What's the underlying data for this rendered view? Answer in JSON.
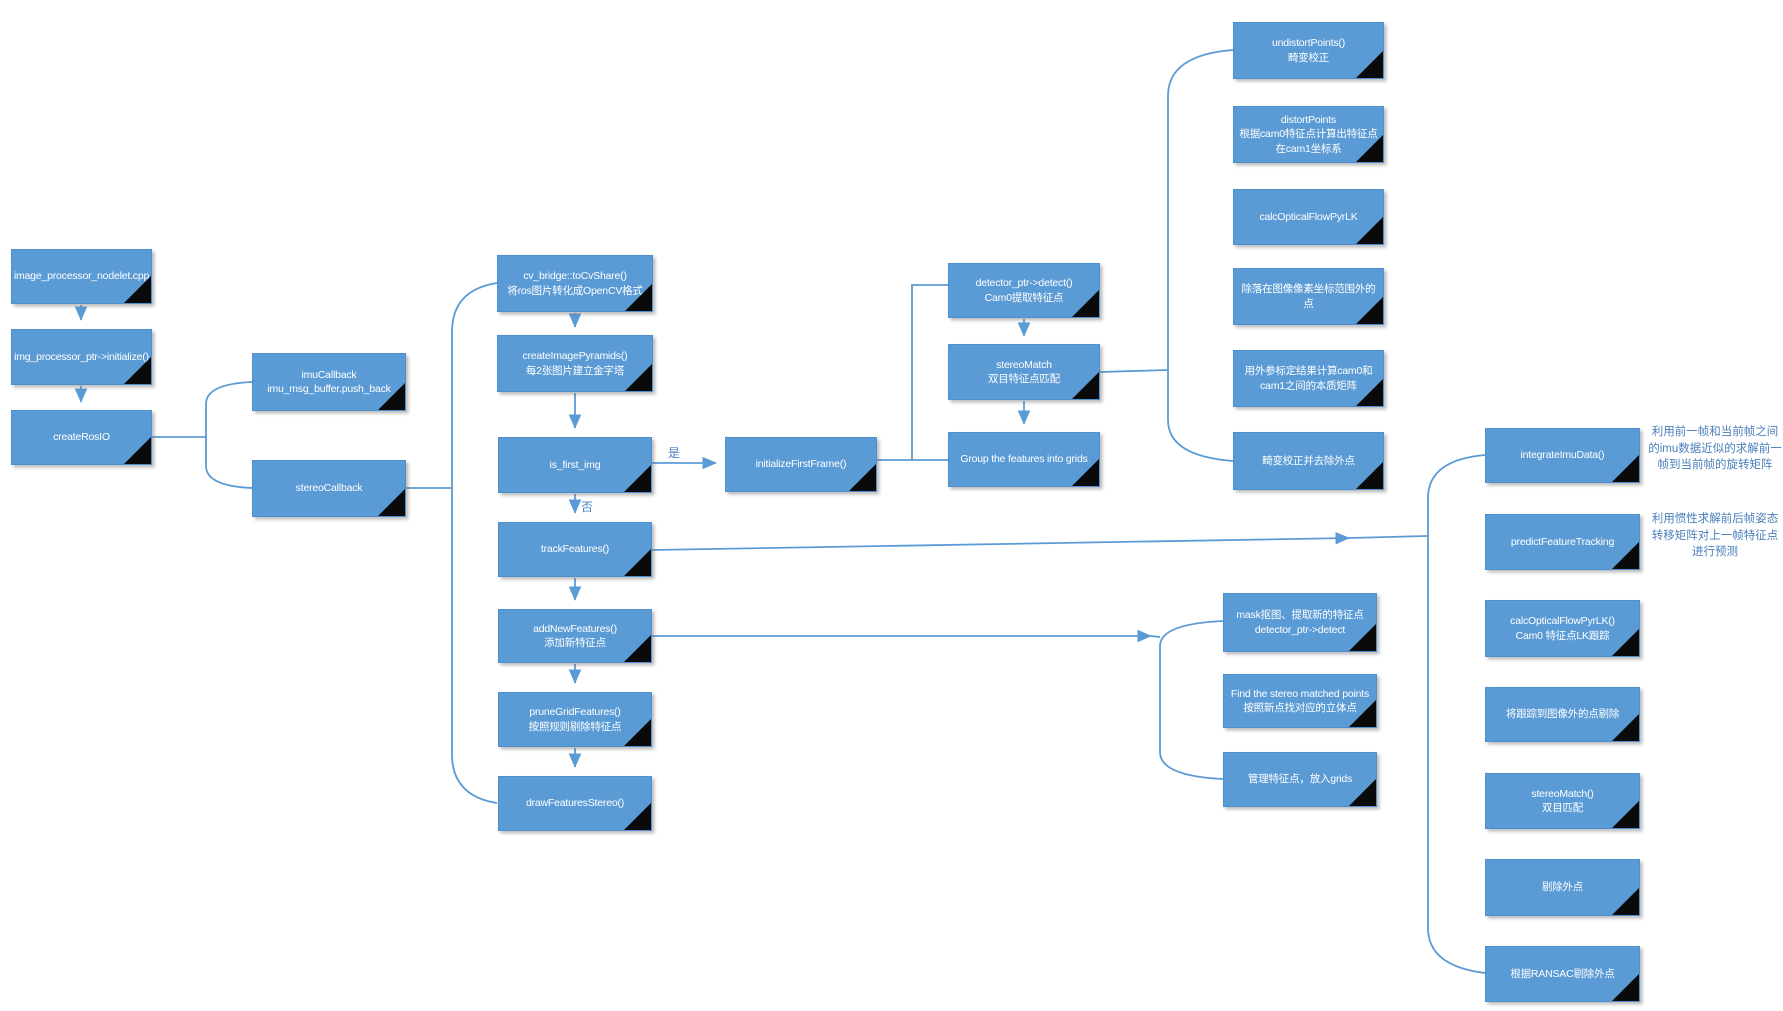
{
  "nodes": {
    "image_processor_nodelet": "image_processor_nodelet.cpp",
    "img_processor_initialize": "img_processor_ptr->initialize()",
    "create_ros_io": "createRosIO",
    "imu_callback": "imuCallback\nimu_msg_buffer.push_back",
    "stereo_callback": "stereoCallback",
    "cv_bridge": "cv_bridge::toCvShare()\n将ros图片转化成OpenCV格式",
    "create_image_pyramids": "createImagePyramids()\n每2张图片建立金字塔",
    "is_first_img": "is_first_img",
    "track_features": "trackFeatures()",
    "add_new_features": "addNewFeatures()\n添加新特征点",
    "prune_grid_features": "pruneGridFeatures()\n按照规则剔除特征点",
    "draw_features_stereo": "drawFeaturesStereo()",
    "initialize_first_frame": "initializeFirstFrame()",
    "detector_detect": "detector_ptr->detect()\nCam0提取特征点",
    "stereo_match": "stereoMatch\n双目特征点匹配",
    "group_features": "Group the features into grids",
    "undistort_points": "undistortPoints()\n畸变校正",
    "distort_points": "distortPoints\n根据cam0特征点计算出特征点\n在cam1坐标系",
    "calc_optical_flow": "calcOpticalFlowPyrLK",
    "remove_points_outside_image": "除落在图像像素坐标范围外的\n点",
    "essential_matrix": "用外参标定结果计算cam0和\ncam1之间的本质矩阵",
    "undistort_and_remove_outliers": "畸变校正并去除外点",
    "mask_detect_new_features": "mask抠图、提取新的特征点\ndetector_ptr->detect",
    "find_stereo_matched_points": "Find the stereo matched points\n按照新点找对应的立体点",
    "manage_features_into_grids": "管理特征点，放入grids",
    "integrate_imu_data": "integrateImuData()",
    "predict_feature_tracking": "predictFeatureTracking",
    "calc_optical_flow_lk": "calcOpticalFlowPyrLK()\nCam0 特征点LK跟踪",
    "remove_tracked_points_outside": "将跟踪到图像外的点剔除",
    "stereo_match_2": "stereoMatch()\n双目匹配",
    "remove_outliers": "剔除外点",
    "ransac_remove_outliers": "根据RANSAC剔除外点"
  },
  "edge_labels": {
    "yes": "是",
    "no": "否"
  },
  "annotations": {
    "integrate_imu_note": "利用前一帧和当前帧之间\n的imu数据近似的求解前一\n帧到当前帧的旋转矩阵",
    "predict_note": "利用惯性求解前后帧姿态\n转移矩阵对上一帧特征点\n进行预测"
  },
  "colors": {
    "box_fill": "#5b9bd5",
    "box_border": "#4e8fd0",
    "connector": "#5b9bd5",
    "fold_corner": "#0a0a0a",
    "annotation_text": "#4a7ebb",
    "node_text": "#ffffff"
  }
}
